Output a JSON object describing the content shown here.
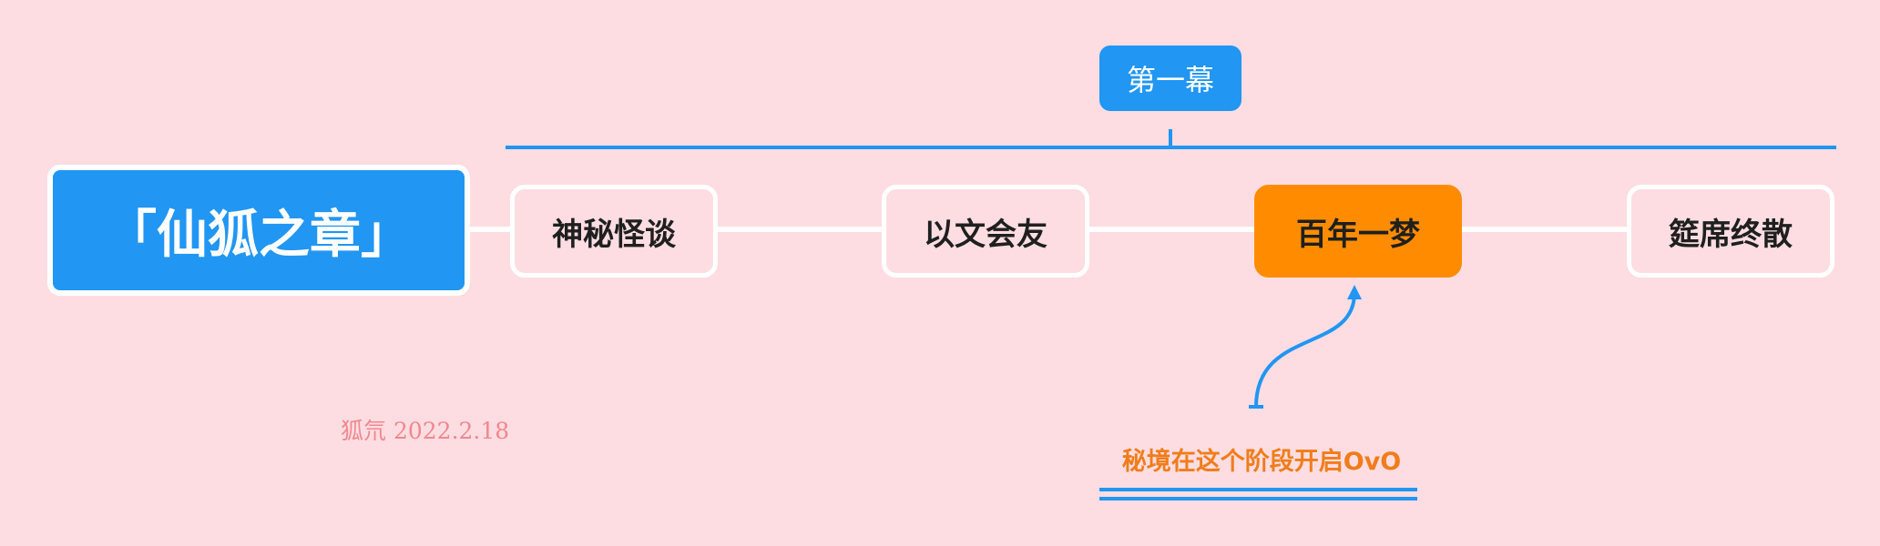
{
  "root": {
    "label": "「仙狐之章」"
  },
  "stages": [
    {
      "label": "神秘怪谈"
    },
    {
      "label": "以文会友"
    },
    {
      "label": "百年一梦"
    },
    {
      "label": "筵席终散"
    }
  ],
  "summary": {
    "label": "第一幕"
  },
  "note": {
    "label": "秘境在这个阶段开启OvO"
  },
  "signature": {
    "label": "狐氘 2022.2.18"
  },
  "colors": {
    "background": "#fddde2",
    "blue": "#2196f3",
    "active": "#ff8c00",
    "note": "#f07d1a",
    "signature": "#f2878e"
  }
}
